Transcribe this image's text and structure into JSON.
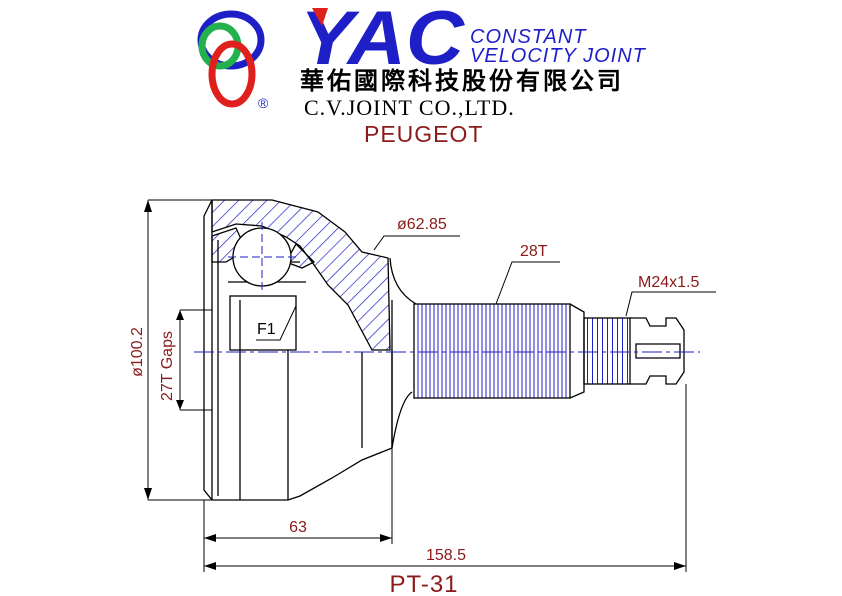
{
  "logo": {
    "wordmark": "YAC",
    "registered": "®",
    "colors": {
      "green": "#22b14c",
      "blue": "#1f1fc8",
      "red": "#e0201c",
      "brand_red": "#8b1a1a"
    }
  },
  "tagline": {
    "line1": "CONSTANT",
    "line2": "VELOCITY  JOINT"
  },
  "company": {
    "name_zh": "華佑國際科技股份有限公司",
    "name_en": "C.V.JOINT CO.,LTD."
  },
  "brand": "PEUGEOT",
  "dimensions": {
    "outer_dia": "ø62.85",
    "spline": "28T",
    "thread": "M24x1.5",
    "flange": "F1",
    "body_dia": "ø100.2",
    "gaps": "27T Gaps",
    "length_inner": "63",
    "length_total": "158.5"
  },
  "part_number": "PT-31"
}
